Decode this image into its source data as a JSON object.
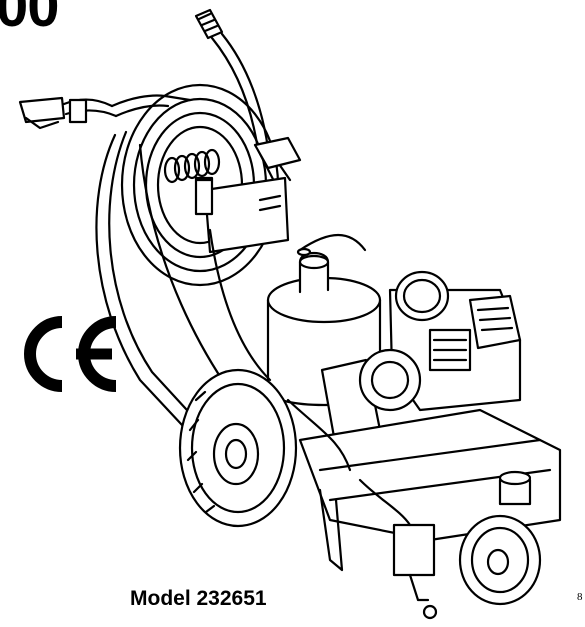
{
  "document": {
    "heading_fragment": "00",
    "certification_mark": "CE",
    "model_label": "Model 232651",
    "figure_ref": "8"
  },
  "illustration": {
    "subject": "line-striper-machine",
    "line_color": "#000000",
    "background_color": "#ffffff"
  }
}
